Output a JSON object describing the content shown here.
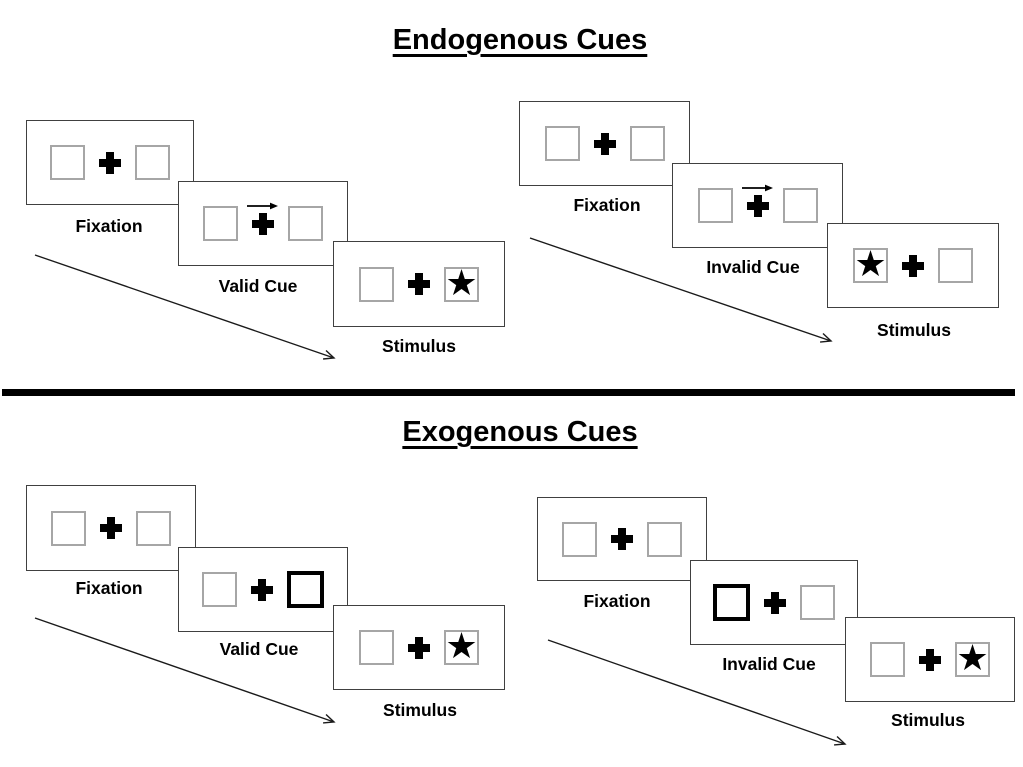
{
  "colors": {
    "background": "#ffffff",
    "text": "#000000",
    "panel_border": "#404040",
    "placeholder_box_border": "#a6a6a6",
    "cue_highlight_border": "#000000",
    "divider": "#000000",
    "arrow": "#1a1a1a"
  },
  "icons": {
    "star": "★",
    "fixation_cross": "+",
    "cue_direction_arrow": "→",
    "sequence_flow_arrow": "↘"
  },
  "sections": [
    {
      "title": "Endogenous Cues",
      "sequences": [
        {
          "name": "valid",
          "panels": [
            {
              "label": "Fixation",
              "left_box": "empty",
              "center": "fixation-cross",
              "right_box": "empty"
            },
            {
              "label": "Valid Cue",
              "left_box": "empty",
              "center": "fixation-cross-with-right-arrow",
              "right_box": "empty"
            },
            {
              "label": "Stimulus",
              "left_box": "empty",
              "center": "fixation-cross",
              "right_box": "star"
            }
          ]
        },
        {
          "name": "invalid",
          "panels": [
            {
              "label": "Fixation",
              "left_box": "empty",
              "center": "fixation-cross",
              "right_box": "empty"
            },
            {
              "label": "Invalid Cue",
              "left_box": "empty",
              "center": "fixation-cross-with-right-arrow",
              "right_box": "empty"
            },
            {
              "label": "Stimulus",
              "left_box": "star",
              "center": "fixation-cross",
              "right_box": "empty"
            }
          ]
        }
      ]
    },
    {
      "title": "Exogenous Cues",
      "sequences": [
        {
          "name": "valid",
          "panels": [
            {
              "label": "Fixation",
              "left_box": "empty",
              "center": "fixation-cross",
              "right_box": "empty"
            },
            {
              "label": "Valid Cue",
              "left_box": "empty",
              "center": "fixation-cross",
              "right_box": "highlighted-box"
            },
            {
              "label": "Stimulus",
              "left_box": "empty",
              "center": "fixation-cross",
              "right_box": "star"
            }
          ]
        },
        {
          "name": "invalid",
          "panels": [
            {
              "label": "Fixation",
              "left_box": "empty",
              "center": "fixation-cross",
              "right_box": "empty"
            },
            {
              "label": "Invalid Cue",
              "left_box": "highlighted-box",
              "center": "fixation-cross",
              "right_box": "empty"
            },
            {
              "label": "Stimulus",
              "left_box": "empty",
              "center": "fixation-cross",
              "right_box": "star"
            }
          ]
        }
      ]
    }
  ]
}
